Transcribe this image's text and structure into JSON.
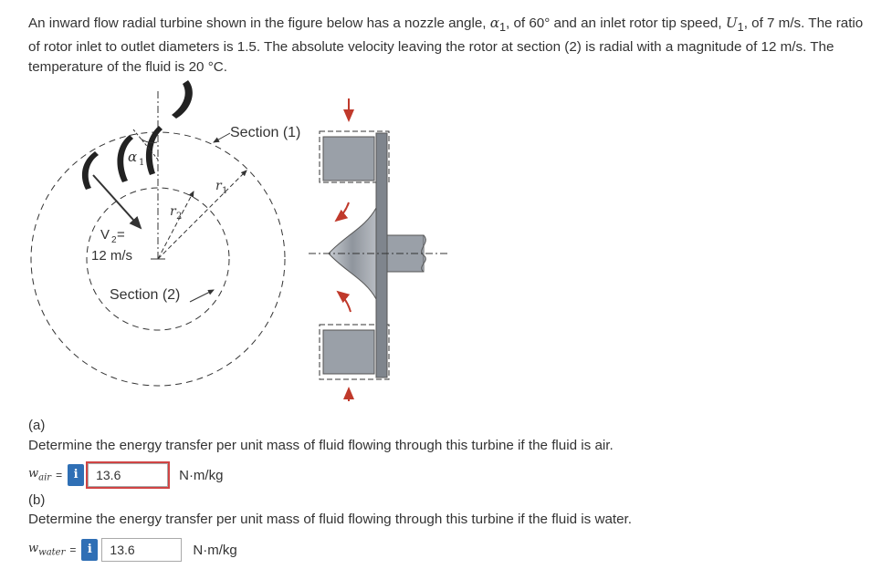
{
  "problem": {
    "seg1": "An inward flow radial turbine shown in the figure below has a nozzle angle, ",
    "alpha1": "α",
    "alpha1_sub": "1",
    "seg2": ", of 60° and an inlet rotor tip speed, ",
    "U1": "U",
    "U1_sub": "1",
    "seg3": ", of 7 m/s. The ratio of rotor inlet to outlet diameters is 1.5. The absolute velocity leaving the rotor at section (2) is radial with a magnitude of 12 m/s. The temperature of the fluid is 20 °C."
  },
  "figure": {
    "section1": "Section (1)",
    "section2": "Section (2)",
    "r1": "r",
    "r1_sub": "1",
    "r2": "r",
    "r2_sub": "2",
    "alpha": "α",
    "alpha_sub": "1",
    "v2_line1": "V",
    "v2_sub": "2",
    "v2_eq": " =",
    "v2_line2": "12 m/s"
  },
  "part_a": {
    "label": "(a)",
    "question": "Determine the energy transfer per unit mass of fluid flowing through this turbine if the fluid is air.",
    "var": "w",
    "var_sub": "air",
    "eq": "=",
    "info": "i",
    "value": "13.6",
    "units": "N·m/kg"
  },
  "part_b": {
    "label": "(b)",
    "question": "Determine the energy transfer per unit mass of fluid flowing through this turbine if the fluid is water.",
    "var": "w",
    "var_sub": "water",
    "eq": "=",
    "info": "i",
    "value": "13.6",
    "units": "N·m/kg"
  },
  "colors": {
    "text": "#333333",
    "info_button": "#2f6fb5",
    "error_border": "#d04444",
    "arrow_red": "#c0392b",
    "rotor_gray": "#9aa0a8"
  }
}
